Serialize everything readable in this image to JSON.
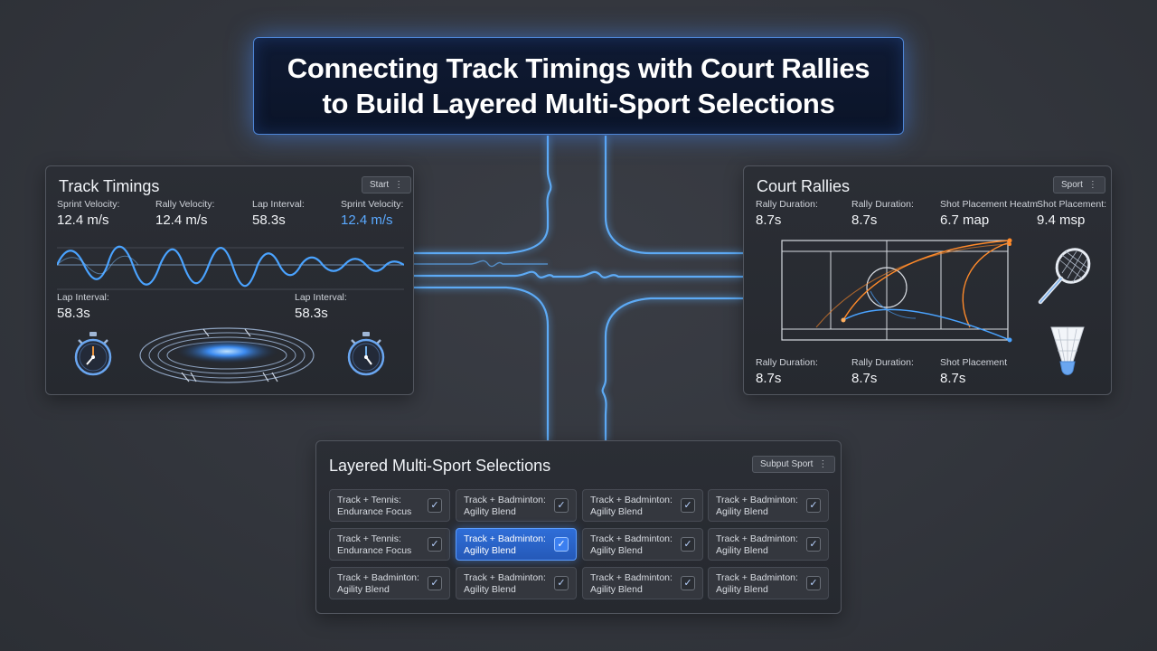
{
  "title": {
    "line1": "Connecting Track Timings with Court Rallies",
    "line2": "to Build Layered Multi-Sport Selections"
  },
  "track_panel": {
    "title": "Track Timings",
    "chip_label": "Start",
    "metrics_top": [
      {
        "label": "Sprint Velocity:",
        "value": "12.4 m/s"
      },
      {
        "label": "Rally Velocity:",
        "value": "12.4 m/s"
      },
      {
        "label": "Lap Interval:",
        "value": "58.3s"
      },
      {
        "label": "Sprint Velocity:",
        "value": "12.4 m/s"
      }
    ],
    "metrics_bottom": [
      {
        "label": "Lap Interval:",
        "value": "58.3s"
      },
      {
        "label": "Lap Interval:",
        "value": "58.3s"
      }
    ],
    "icons": [
      "stopwatch-icon",
      "running-track-icon",
      "stopwatch-icon"
    ]
  },
  "court_panel": {
    "title": "Court Rallies",
    "chip_label": "Sport",
    "metrics_top": [
      {
        "label": "Rally Duration:",
        "value": "8.7s"
      },
      {
        "label": "Rally Duration:",
        "value": "8.7s"
      },
      {
        "label": "Shot Placement Heatm",
        "value": "6.7 map"
      },
      {
        "label": "Shot Placement:",
        "value": "9.4 msp"
      }
    ],
    "metrics_bottom": [
      {
        "label": "Rally Duration:",
        "value": "8.7s"
      },
      {
        "label": "Rally Duration:",
        "value": "8.7s"
      },
      {
        "label": "Shot Placement",
        "value": "8.7s"
      }
    ],
    "icons": [
      "tennis-racket-icon",
      "shuttlecock-icon"
    ]
  },
  "selections_panel": {
    "title": "Layered Multi-Sport Selections",
    "chip_label": "Subput Sport",
    "rows": [
      [
        {
          "l1": "Track + Tennis:",
          "l2": "Endurance Focus",
          "checked": "✓"
        },
        {
          "l1": "Track + Badminton:",
          "l2": "Agility Blend",
          "checked": "✓"
        },
        {
          "l1": "Track + Badminton:",
          "l2": "Agility Blend",
          "checked": "✓"
        },
        {
          "l1": "Track + Badminton:",
          "l2": "Agility Blend",
          "checked": "✓"
        }
      ],
      [
        {
          "l1": "Track + Tennis:",
          "l2": "Endurance Focus",
          "checked": "✓"
        },
        {
          "l1": "Track + Badminton:",
          "l2": "Agility Blend",
          "checked": "✓"
        },
        {
          "l1": "Track + Badminton:",
          "l2": "Agility Blend",
          "checked": "✓"
        },
        {
          "l1": "Track + Badminton:",
          "l2": "Agility Blend",
          "checked": "✓"
        }
      ],
      [
        {
          "l1": "Track + Badminton:",
          "l2": "Agility Blend",
          "checked": "✓"
        },
        {
          "l1": "Track + Badminton:",
          "l2": "Agility Blend",
          "checked": "✓"
        },
        {
          "l1": "Track + Badminton:",
          "l2": "Agility Blend",
          "checked": "✓"
        },
        {
          "l1": "Track + Badminton:",
          "l2": "Agility Blend",
          "checked": "✓"
        }
      ]
    ],
    "selected_cell": "row 2, column 2"
  },
  "colors": {
    "accent_blue": "#4aa3ff",
    "accent_orange": "#ff8a2a",
    "background": "#33363d",
    "panel": "#2a2d33"
  },
  "chip_menu_glyph": "⋮"
}
